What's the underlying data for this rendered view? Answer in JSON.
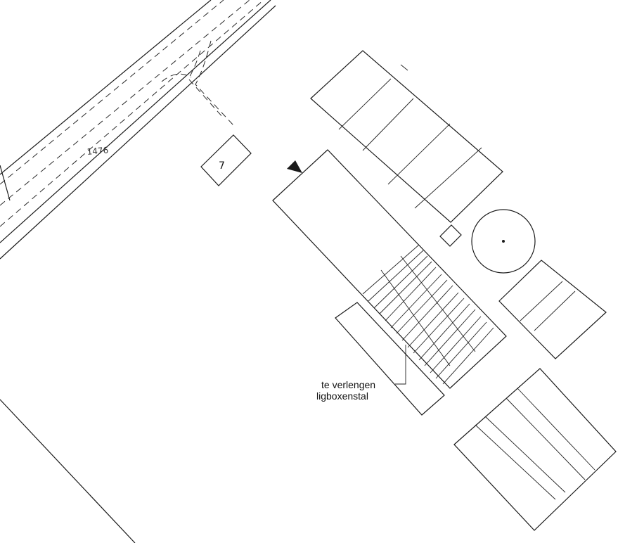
{
  "map": {
    "parcel_number": "1476",
    "house_number": "7",
    "annotation": {
      "line1": "te verlengen",
      "line2": "ligboxenstal"
    }
  }
}
